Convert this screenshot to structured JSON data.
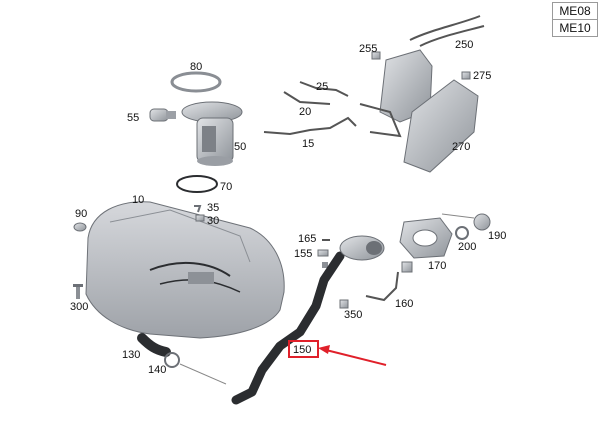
{
  "codes": [
    "ME08",
    "ME10"
  ],
  "labels": {
    "p10": "10",
    "p15": "15",
    "p20": "20",
    "p25": "25",
    "p30": "30",
    "p35": "35",
    "p50": "50",
    "p55": "55",
    "p70": "70",
    "p80": "80",
    "p90": "90",
    "p130": "130",
    "p140": "140",
    "p150": "150",
    "p155": "155",
    "p160": "160",
    "p165": "165",
    "p170": "170",
    "p190": "190",
    "p200": "200",
    "p250": "250",
    "p255": "255",
    "p270": "270",
    "p275": "275",
    "p300": "300",
    "p350": "350"
  },
  "colors": {
    "part_fill": "#c9ccd0",
    "part_dark": "#8c9096",
    "hose": "#2b2d30",
    "highlight": "#e0202a"
  }
}
